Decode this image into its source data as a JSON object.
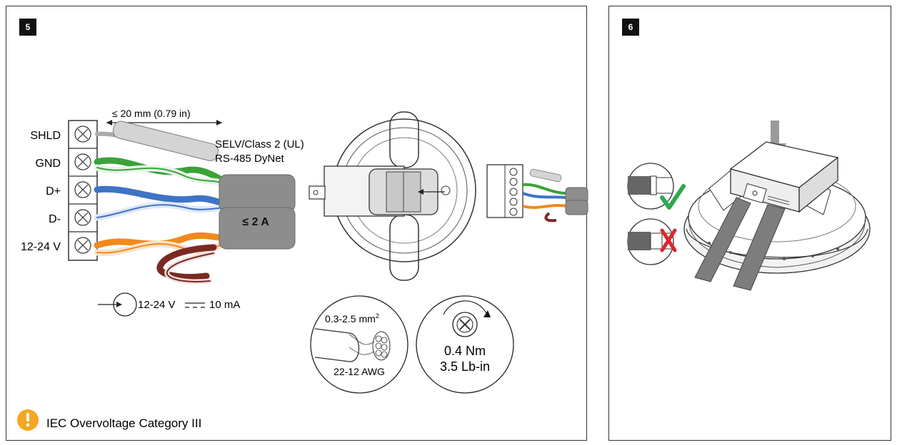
{
  "step5": {
    "badge": "5",
    "terminals": [
      "SHLD",
      "GND",
      "D+",
      "D-",
      "12-24 V"
    ],
    "strip_length": "≤ 20 mm (0.79 in)",
    "cable_type_line1": "SELV/Class 2 (UL)",
    "cable_type_line2": "RS-485 DyNet",
    "current_limit": "≤ 2 A",
    "power_spec": "12-24 V",
    "power_current": "10 mA",
    "wire_section": "0.3-2.5 mm",
    "wire_section_sup": "2",
    "wire_awg": "22-12 AWG",
    "torque_nm": "0.4 Nm",
    "torque_lbin": "3.5 Lb-in",
    "warning": "IEC Overvoltage Category III"
  },
  "step6": {
    "badge": "6"
  },
  "colors": {
    "green": "#3aa23a",
    "blue": "#3f73c5",
    "orange": "#f08a1e",
    "brown": "#7a2a22",
    "cable_gray": "#8d8d8d",
    "warning_yellow": "#f5a623",
    "check_green": "#2fa84f",
    "cross_red": "#d9282f"
  }
}
